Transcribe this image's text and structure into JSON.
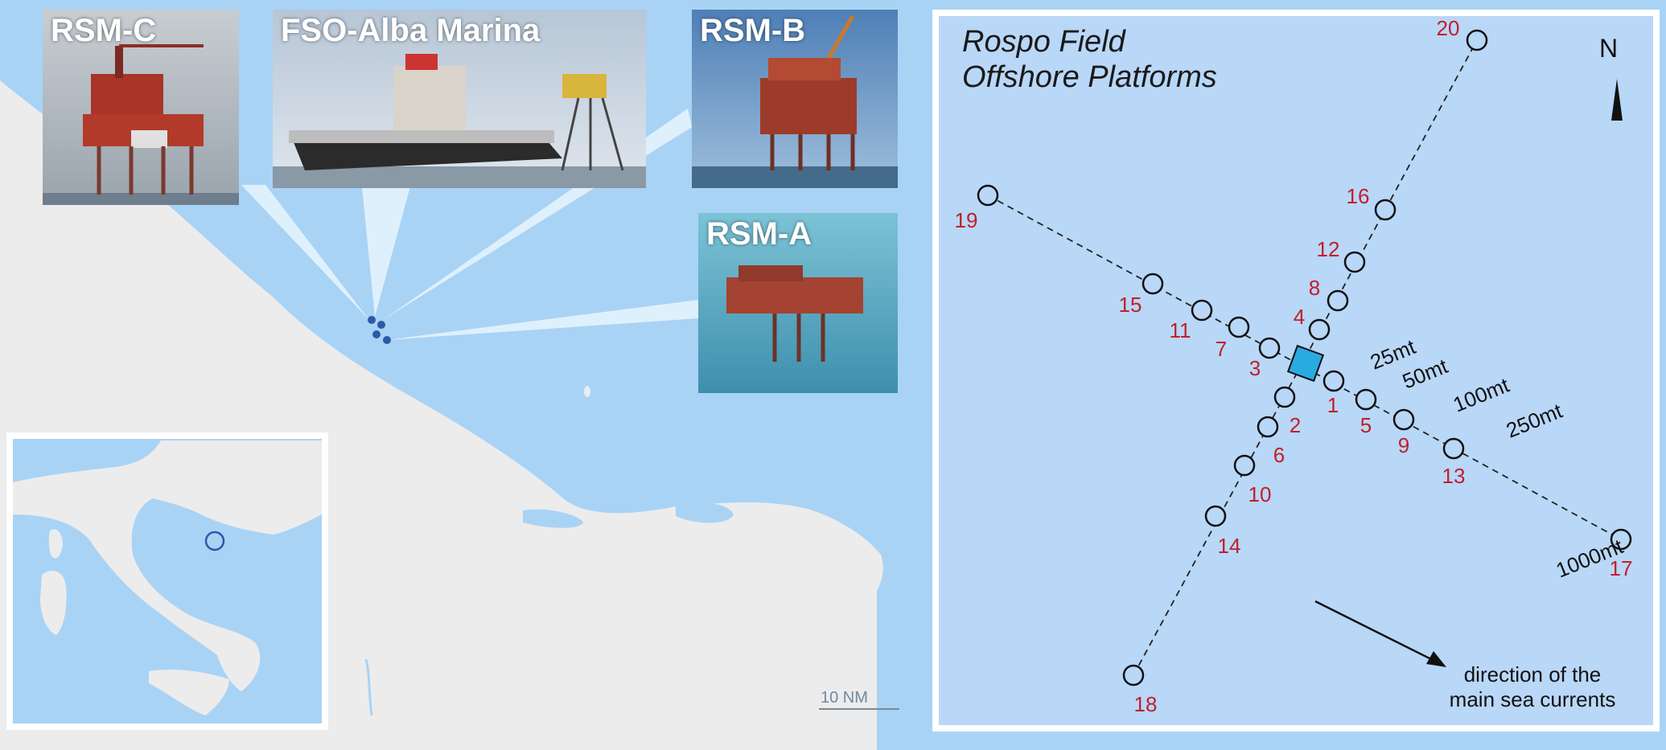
{
  "photos": [
    {
      "id": "rsm-c",
      "label": "RSM-C"
    },
    {
      "id": "fso",
      "label": "FSO-Alba Marina"
    },
    {
      "id": "rsm-b",
      "label": "RSM-B"
    },
    {
      "id": "rsm-a",
      "label": "RSM-A"
    }
  ],
  "scale_bar": {
    "label": "10 NM"
  },
  "panel": {
    "title_line1": "Rospo Field",
    "title_line2": "Offshore Platforms",
    "north": "N",
    "current_line1": "direction of the",
    "current_line2": "main sea currents"
  },
  "stations": [
    "1",
    "2",
    "3",
    "4",
    "5",
    "6",
    "7",
    "8",
    "9",
    "10",
    "11",
    "12",
    "13",
    "14",
    "15",
    "16",
    "17",
    "18",
    "19",
    "20"
  ],
  "distances": [
    "25mt",
    "50mt",
    "100mt",
    "250mt",
    "1000mt"
  ],
  "colors": {
    "sea": "#a9d3f5",
    "land": "#ececec",
    "panel_bg": "#b9d7f7",
    "station_label": "#c0202a",
    "platform": "#29abe2"
  }
}
